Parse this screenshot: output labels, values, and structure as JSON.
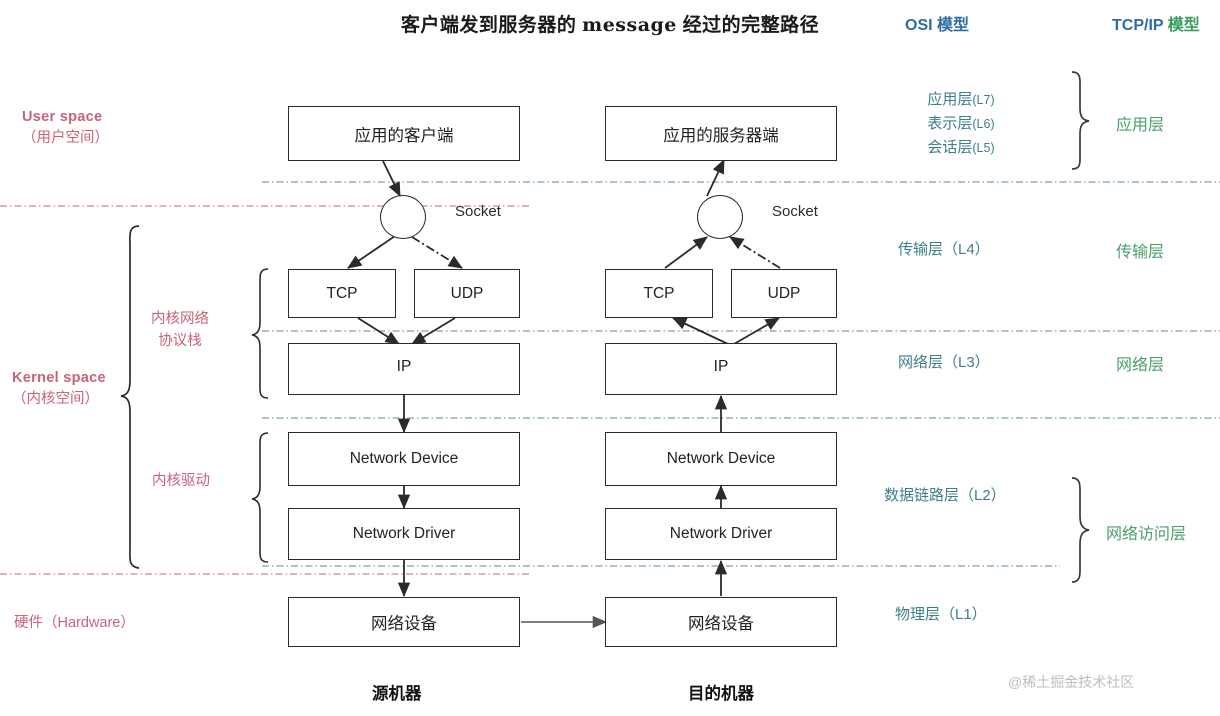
{
  "title": {
    "cn_lead": "客户端发到服务器的",
    "latin": "message",
    "cn_tail": "经过的完整路径",
    "full": "客户端发到服务器的 message 经过的完整路径"
  },
  "columns": {
    "osi_header": "OSI 模型",
    "tcpip_header_en": "TCP/IP",
    "tcpip_header_cn": "模型"
  },
  "left_labels": {
    "user_space_en": "User space",
    "user_space_cn": "（用户空间）",
    "kernel_space_en": "Kernel space",
    "kernel_space_cn": "（内核空间）",
    "hardware": "硬件（Hardware）",
    "kernel_net_stack_line1": "内核网络",
    "kernel_net_stack_line2": "协议栈",
    "kernel_driver": "内核驱动"
  },
  "client": {
    "app": "应用的客户端",
    "socket_label": "Socket",
    "tcp": "TCP",
    "udp": "UDP",
    "ip": "IP",
    "network_device": "Network Device",
    "network_driver": "Network Driver",
    "hw_device": "网络设备",
    "machine_caption": "源机器"
  },
  "server": {
    "app": "应用的服务器端",
    "socket_label": "Socket",
    "tcp": "TCP",
    "udp": "UDP",
    "ip": "IP",
    "network_device": "Network Device",
    "network_driver": "Network Driver",
    "hw_device": "网络设备",
    "machine_caption": "目的机器"
  },
  "osi_layers": {
    "l7": "应用层",
    "l7_tag": "(L7)",
    "l6": "表示层",
    "l6_tag": "(L6)",
    "l5": "会话层",
    "l5_tag": "(L5)",
    "l4": "传输层（L4）",
    "l3": "网络层（L3）",
    "l2": "数据链路层（L2）",
    "l1": "物理层（L1）"
  },
  "tcpip_layers": {
    "application": "应用层",
    "transport": "传输层",
    "internet": "网络层",
    "link": "网络访问层"
  },
  "watermark": "@稀土掘金技术社区",
  "colors": {
    "osi_header": "#2e6da4",
    "tcpip_header_cn": "#3a9c5d",
    "left_label": "#c9637a",
    "osi_layer": "#3f7f8c",
    "tcpip_layer": "#4aa06a",
    "box_border": "#2b2b2b",
    "divider_teal": "#7fa8ad",
    "divider_pink": "#d08a9c",
    "watermark": "#bdbdbd",
    "background": "#ffffff"
  }
}
